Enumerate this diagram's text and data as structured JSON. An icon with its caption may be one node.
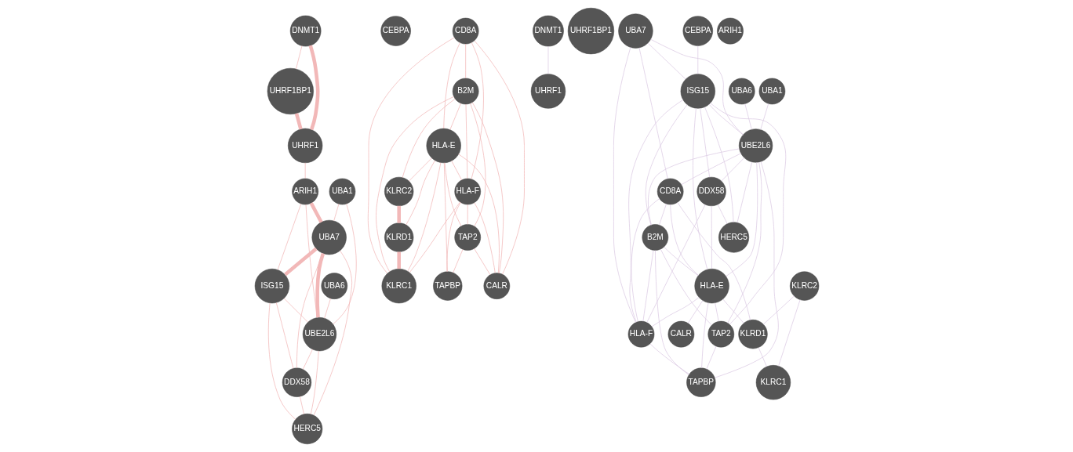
{
  "diagram": {
    "nodes": [
      {
        "text": [
          "DNMT1"
        ]
      },
      {
        "text": [
          "UHRF1BP1"
        ]
      },
      {
        "text": [
          "UHRF1"
        ]
      },
      {
        "text": [
          "UBA6"
        ]
      },
      {
        "text": [
          "UBA1"
        ]
      },
      {
        "text": [
          "ARIH1"
        ]
      },
      {
        "text": [
          "UBA7"
        ]
      },
      {
        "text": [
          "ISG15"
        ]
      },
      {
        "text": [
          "CEBPA"
        ]
      },
      {
        "text": [
          "UBE2L6"
        ]
      },
      {
        "text": [
          "CD8A"
        ]
      },
      {
        "text": [
          "B2M"
        ]
      },
      {
        "text": [
          "HLA-E"
        ]
      },
      {
        "text": [
          "KLRC2"
        ]
      },
      {
        "text": [
          "DDX58"
        ]
      },
      {
        "text": [
          "HLA-F"
        ]
      },
      {
        "text": [
          "TAP2"
        ]
      },
      {
        "text": [
          "TAPBP"
        ]
      },
      {
        "text": [
          "CALR"
        ]
      },
      {
        "text": [
          "HERC5"
        ]
      },
      {
        "text": [
          "KLRD1"
        ]
      },
      {
        "text": [
          "KLRC1"
        ]
      },
      {
        "text": [
          "DNMT1"
        ]
      },
      {
        "text": [
          "UHRF1BP1"
        ]
      },
      {
        "text": [
          "UHRF1"
        ]
      },
      {
        "text": [
          "UBA6"
        ]
      },
      {
        "text": [
          "UBA1"
        ]
      },
      {
        "text": [
          "ARIH1"
        ]
      },
      {
        "text": [
          "UBA7"
        ]
      },
      {
        "text": [
          "ISG15"
        ]
      },
      {
        "text": [
          "CEBPA"
        ]
      },
      {
        "text": [
          "UBE2L6"
        ]
      },
      {
        "text": [
          "CD8A"
        ]
      },
      {
        "text": [
          "B2M"
        ]
      },
      {
        "text": [
          "HLA-E"
        ]
      },
      {
        "text": [
          "KLRC2"
        ]
      },
      {
        "text": [
          "DDX58"
        ]
      },
      {
        "text": [
          "HLA-F"
        ]
      },
      {
        "text": [
          "TAP2"
        ]
      },
      {
        "text": [
          "TAPBP"
        ]
      },
      {
        "text": [
          "CALR"
        ]
      },
      {
        "text": [
          "HERC5"
        ]
      },
      {
        "text": [
          "KLRD1"
        ]
      },
      {
        "text": [
          "KLRC1"
        ]
      }
    ],
    "edges": [
      {
        "from": 0,
        "to": 1,
        "arrow": "none",
        "color": "#f2b8b8"
      },
      {
        "from": 0,
        "to": 2,
        "arrow": "none",
        "style": "thick",
        "color": "#f2b8b8"
      },
      {
        "from": 1,
        "to": 2,
        "arrow": "none",
        "style": "thick",
        "color": "#f2b8b8"
      },
      {
        "from": 2,
        "to": 5,
        "arrow": "none",
        "color": "#f2b8b8"
      },
      {
        "from": 5,
        "to": 6,
        "arrow": "none",
        "style": "thick",
        "color": "#f2b8b8"
      },
      {
        "from": 4,
        "to": 6,
        "arrow": "none",
        "color": "#f2b8b8"
      },
      {
        "from": 3,
        "to": 9,
        "arrow": "none",
        "color": "#f2b8b8"
      },
      {
        "from": 5,
        "to": 7,
        "arrow": "none",
        "color": "#f2b8b8"
      },
      {
        "from": 5,
        "to": 9,
        "arrow": "none",
        "color": "#f2b8b8"
      },
      {
        "from": 6,
        "to": 7,
        "arrow": "none",
        "style": "thick",
        "color": "#f2b8b8"
      },
      {
        "from": 6,
        "to": 9,
        "arrow": "none",
        "style": "thick",
        "color": "#f2b8b8"
      },
      {
        "from": 6,
        "to": 14,
        "arrow": "none",
        "color": "#f2b8b8"
      },
      {
        "from": 6,
        "to": 19,
        "arrow": "none",
        "color": "#f2b8b8"
      },
      {
        "from": 4,
        "to": 9,
        "arrow": "none",
        "color": "#f2b8b8"
      },
      {
        "from": 7,
        "to": 9,
        "arrow": "none",
        "color": "#f2b8b8"
      },
      {
        "from": 7,
        "to": 14,
        "arrow": "none",
        "color": "#f2b8b8"
      },
      {
        "from": 7,
        "to": 19,
        "arrow": "none",
        "color": "#f2b8b8"
      },
      {
        "from": 9,
        "to": 14,
        "arrow": "none",
        "color": "#f2b8b8"
      },
      {
        "from": 9,
        "to": 19,
        "arrow": "none",
        "color": "#f2b8b8"
      },
      {
        "from": 14,
        "to": 19,
        "arrow": "none",
        "color": "#f2b8b8"
      },
      {
        "from": 10,
        "to": 11,
        "arrow": "none",
        "color": "#f2b8b8"
      },
      {
        "from": 10,
        "to": 12,
        "arrow": "none",
        "color": "#f2b8b8"
      },
      {
        "from": 10,
        "to": 15,
        "arrow": "none",
        "color": "#f2b8b8"
      },
      {
        "from": 10,
        "to": 18,
        "arrow": "none",
        "color": "#f2b8b8"
      },
      {
        "from": 10,
        "to": 21,
        "arrow": "none",
        "color": "#f2b8b8"
      },
      {
        "from": 11,
        "to": 12,
        "arrow": "none",
        "color": "#f2b8b8"
      },
      {
        "from": 11,
        "to": 13,
        "arrow": "none",
        "color": "#f2b8b8"
      },
      {
        "from": 11,
        "to": 15,
        "arrow": "none",
        "color": "#f2b8b8"
      },
      {
        "from": 11,
        "to": 16,
        "arrow": "none",
        "color": "#f2b8b8"
      },
      {
        "from": 11,
        "to": 18,
        "arrow": "none",
        "color": "#f2b8b8"
      },
      {
        "from": 11,
        "to": 21,
        "arrow": "none",
        "color": "#f2b8b8"
      },
      {
        "from": 12,
        "to": 13,
        "arrow": "none",
        "color": "#f2b8b8"
      },
      {
        "from": 12,
        "to": 15,
        "arrow": "none",
        "color": "#f2b8b8"
      },
      {
        "from": 12,
        "to": 16,
        "arrow": "none",
        "color": "#f2b8b8"
      },
      {
        "from": 12,
        "to": 17,
        "arrow": "none",
        "color": "#f2b8b8"
      },
      {
        "from": 12,
        "to": 18,
        "arrow": "none",
        "color": "#f2b8b8"
      },
      {
        "from": 12,
        "to": 20,
        "arrow": "none",
        "color": "#f2b8b8"
      },
      {
        "from": 12,
        "to": 21,
        "arrow": "none",
        "color": "#f2b8b8"
      },
      {
        "from": 13,
        "to": 20,
        "arrow": "none",
        "style": "thick",
        "color": "#f2b8b8"
      },
      {
        "from": 20,
        "to": 21,
        "arrow": "none",
        "style": "thick",
        "color": "#f2b8b8"
      },
      {
        "from": 15,
        "to": 16,
        "arrow": "none",
        "color": "#f2b8b8"
      },
      {
        "from": 15,
        "to": 17,
        "arrow": "none",
        "color": "#f2b8b8"
      },
      {
        "from": 15,
        "to": 18,
        "arrow": "none",
        "color": "#f2b8b8"
      },
      {
        "from": 15,
        "to": 21,
        "arrow": "none",
        "color": "#f2b8b8"
      },
      {
        "from": 16,
        "to": 17,
        "arrow": "none",
        "color": "#f2b8b8"
      },
      {
        "from": 16,
        "to": 18,
        "arrow": "none",
        "color": "#f2b8b8"
      },
      {
        "from": 22,
        "to": 24,
        "arrow": "none",
        "color": "#dccbe4"
      },
      {
        "from": 25,
        "to": 31,
        "arrow": "none",
        "color": "#dccbe4"
      },
      {
        "from": 26,
        "to": 31,
        "arrow": "none",
        "color": "#dccbe4"
      },
      {
        "from": 28,
        "to": 29,
        "arrow": "none",
        "color": "#dccbe4"
      },
      {
        "from": 28,
        "to": 31,
        "arrow": "none",
        "color": "#dccbe4"
      },
      {
        "from": 28,
        "to": 37,
        "arrow": "none",
        "color": "#dccbe4"
      },
      {
        "from": 28,
        "to": 32,
        "arrow": "none",
        "color": "#dccbe4"
      },
      {
        "from": 30,
        "to": 29,
        "arrow": "none",
        "color": "#dccbe4"
      },
      {
        "from": 29,
        "to": 31,
        "arrow": "none",
        "color": "#dccbe4"
      },
      {
        "from": 29,
        "to": 36,
        "arrow": "none",
        "color": "#dccbe4"
      },
      {
        "from": 29,
        "to": 41,
        "arrow": "none",
        "color": "#dccbe4"
      },
      {
        "from": 29,
        "to": 33,
        "arrow": "none",
        "color": "#dccbe4"
      },
      {
        "from": 29,
        "to": 34,
        "arrow": "none",
        "color": "#dccbe4"
      },
      {
        "from": 29,
        "to": 37,
        "arrow": "none",
        "color": "#dccbe4"
      },
      {
        "from": 29,
        "to": 38,
        "arrow": "none",
        "color": "#dccbe4"
      },
      {
        "from": 31,
        "to": 32,
        "arrow": "none",
        "color": "#dccbe4"
      },
      {
        "from": 31,
        "to": 33,
        "arrow": "none",
        "color": "#dccbe4"
      },
      {
        "from": 31,
        "to": 34,
        "arrow": "none",
        "color": "#dccbe4"
      },
      {
        "from": 31,
        "to": 36,
        "arrow": "none",
        "color": "#dccbe4"
      },
      {
        "from": 31,
        "to": 38,
        "arrow": "none",
        "color": "#dccbe4"
      },
      {
        "from": 31,
        "to": 39,
        "arrow": "none",
        "color": "#dccbe4"
      },
      {
        "from": 31,
        "to": 41,
        "arrow": "none",
        "color": "#dccbe4"
      },
      {
        "from": 36,
        "to": 41,
        "arrow": "none",
        "color": "#dccbe4"
      },
      {
        "from": 36,
        "to": 34,
        "arrow": "none",
        "color": "#dccbe4"
      },
      {
        "from": 36,
        "to": 37,
        "arrow": "none",
        "color": "#dccbe4"
      },
      {
        "from": 32,
        "to": 33,
        "arrow": "none",
        "color": "#dccbe4"
      },
      {
        "from": 32,
        "to": 34,
        "arrow": "none",
        "color": "#dccbe4"
      },
      {
        "from": 32,
        "to": 37,
        "arrow": "none",
        "color": "#dccbe4"
      },
      {
        "from": 32,
        "to": 42,
        "arrow": "none",
        "color": "#dccbe4"
      },
      {
        "from": 33,
        "to": 34,
        "arrow": "none",
        "color": "#dccbe4"
      },
      {
        "from": 33,
        "to": 37,
        "arrow": "none",
        "color": "#dccbe4"
      },
      {
        "from": 33,
        "to": 38,
        "arrow": "none",
        "color": "#dccbe4"
      },
      {
        "from": 33,
        "to": 39,
        "arrow": "none",
        "color": "#dccbe4"
      },
      {
        "from": 34,
        "to": 37,
        "arrow": "none",
        "color": "#dccbe4"
      },
      {
        "from": 34,
        "to": 38,
        "arrow": "none",
        "color": "#dccbe4"
      },
      {
        "from": 34,
        "to": 39,
        "arrow": "none",
        "color": "#dccbe4"
      },
      {
        "from": 34,
        "to": 40,
        "arrow": "none",
        "color": "#dccbe4"
      },
      {
        "from": 34,
        "to": 42,
        "arrow": "none",
        "color": "#dccbe4"
      },
      {
        "from": 35,
        "to": 42,
        "arrow": "none",
        "color": "#dccbe4"
      },
      {
        "from": 35,
        "to": 43,
        "arrow": "none",
        "color": "#dccbe4"
      },
      {
        "from": 42,
        "to": 43,
        "arrow": "none",
        "color": "#dccbe4"
      },
      {
        "from": 38,
        "to": 39,
        "arrow": "none",
        "color": "#dccbe4"
      },
      {
        "from": 37,
        "to": 39,
        "arrow": "none",
        "color": "#dccbe4"
      }
    ]
  }
}
